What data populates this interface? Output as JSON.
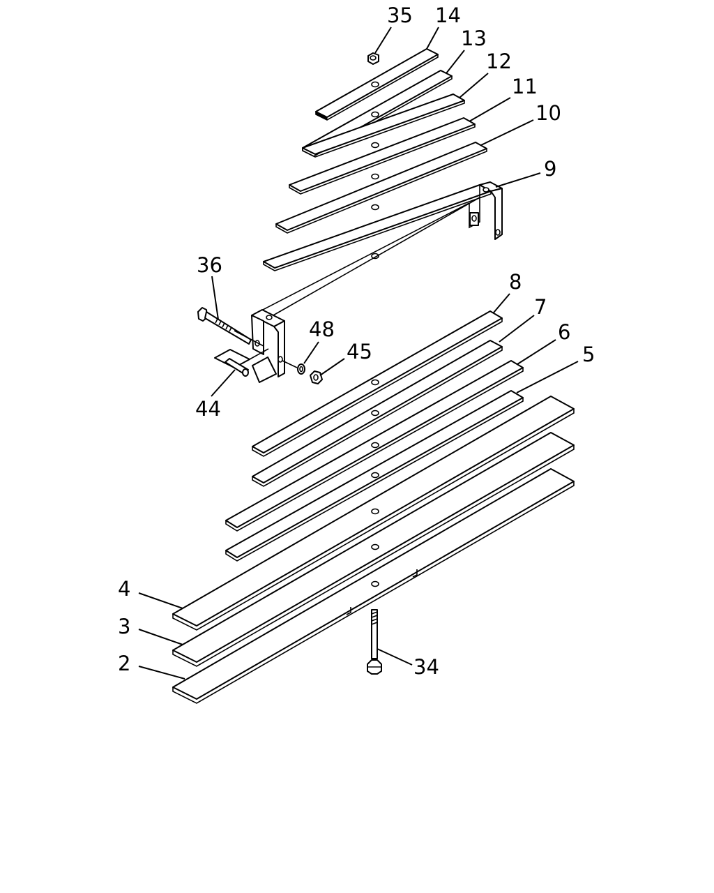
{
  "diagram": {
    "callouts": {
      "c35": "35",
      "c14": "14",
      "c13": "13",
      "c12": "12",
      "c11": "11",
      "c10": "10",
      "c9": "9",
      "c36": "36",
      "c8": "8",
      "c7": "7",
      "c6": "6",
      "c5": "5",
      "c48": "48",
      "c45": "45",
      "c44": "44",
      "c4": "4",
      "c3": "3",
      "c2": "2",
      "c34": "34"
    }
  }
}
